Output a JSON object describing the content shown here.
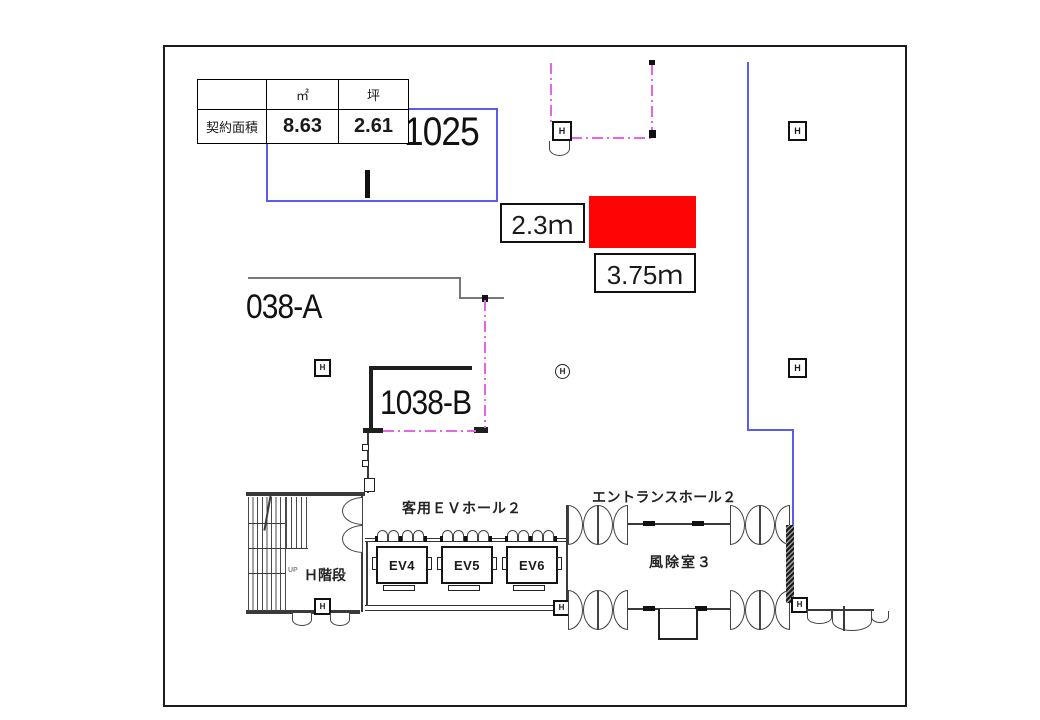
{
  "area_table": {
    "corner": "",
    "col_m2": "㎡",
    "col_tsubo": "坪",
    "row_label": "契約面積",
    "m2_value": "8.63",
    "tsubo_value": "2.61"
  },
  "rooms": {
    "r1025": "1025",
    "r038a": "038-A",
    "r1038b": "1038-B"
  },
  "dimensions": {
    "width_label": "2.3ｍ",
    "depth_label": "3.75ｍ"
  },
  "labels": {
    "ev_hall": "客用ＥＶホール２",
    "entrance_hall": "エントランスホール２",
    "windbreak_room": "風除室３",
    "stairs": "Ｈ階段",
    "up": "UP"
  },
  "elevators": {
    "ev4": "EV4",
    "ev5": "EV5",
    "ev6": "EV6"
  },
  "symbols": {
    "h": "H"
  },
  "colors": {
    "red": "#fe0404",
    "blue": "#5b5bee",
    "magenta": "#e565e5"
  }
}
